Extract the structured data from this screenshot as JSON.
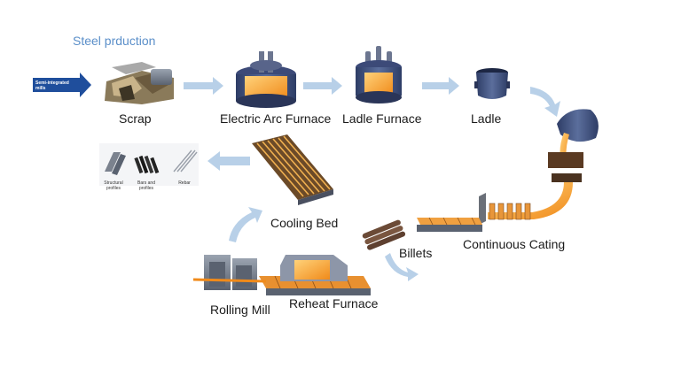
{
  "title": "Steel prduction",
  "entry_label": "Semi-integrated mills",
  "stages": {
    "scrap": "Scrap",
    "eaf": "Electric Arc Furnace",
    "ladle_furnace": "Ladle Furnace",
    "ladle": "Ladle",
    "continuous_casting": "Continuous Cating",
    "billets": "Billets",
    "reheat_furnace": "Reheat Furnace",
    "rolling_mill": "Rolling Mill",
    "cooling_bed": "Cooling Bed"
  },
  "products": {
    "structural": "Structural profiles",
    "bars": "Bars and profiles",
    "rebar": "Rebar"
  },
  "colors": {
    "arrow": "#b8d0e8",
    "title": "#5b8fc9",
    "entry_arrow": "#1f4e9c",
    "molten": "#f5a623",
    "furnace_body": "#4a5c8a"
  }
}
